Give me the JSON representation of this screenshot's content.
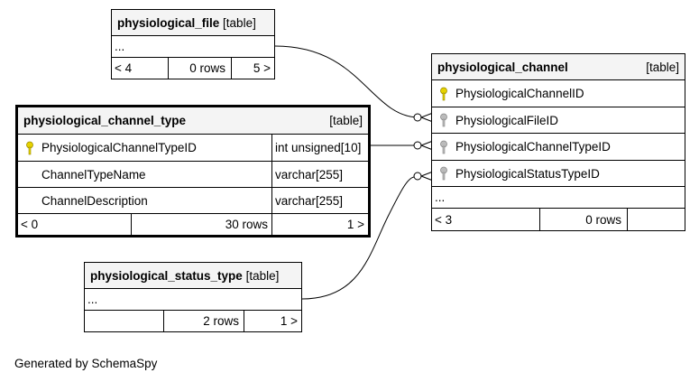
{
  "tables": {
    "physiological_file": {
      "name": "physiological_file",
      "kind": "[table]",
      "ellipsis": "...",
      "footer": {
        "left": "< 4",
        "rows": "0 rows",
        "right": "5 >"
      }
    },
    "physiological_channel": {
      "name": "physiological_channel",
      "kind": "[table]",
      "columns": [
        {
          "name": "PhysiologicalChannelID",
          "key": "primary"
        },
        {
          "name": "PhysiologicalFileID",
          "key": "foreign"
        },
        {
          "name": "PhysiologicalChannelTypeID",
          "key": "foreign"
        },
        {
          "name": "PhysiologicalStatusTypeID",
          "key": "foreign"
        }
      ],
      "ellipsis": "...",
      "footer": {
        "left": "< 3",
        "rows": "0 rows",
        "right": ""
      }
    },
    "physiological_channel_type": {
      "name": "physiological_channel_type",
      "kind": "[table]",
      "columns": [
        {
          "name": "PhysiologicalChannelTypeID",
          "type": "int unsigned[10]",
          "key": "primary"
        },
        {
          "name": "ChannelTypeName",
          "type": "varchar[255]",
          "key": "none"
        },
        {
          "name": "ChannelDescription",
          "type": "varchar[255]",
          "key": "none"
        }
      ],
      "footer": {
        "left": "< 0",
        "rows": "30 rows",
        "right": "1 >"
      }
    },
    "physiological_status_type": {
      "name": "physiological_status_type",
      "kind": "[table]",
      "ellipsis": "...",
      "footer": {
        "left": "",
        "rows": "2 rows",
        "right": "1 >"
      }
    }
  },
  "colors": {
    "primary_key": "#e6d200",
    "foreign_key": "#bbbbbb",
    "header_bg": "#f4f4f4"
  },
  "footer_text": "Generated by SchemaSpy"
}
